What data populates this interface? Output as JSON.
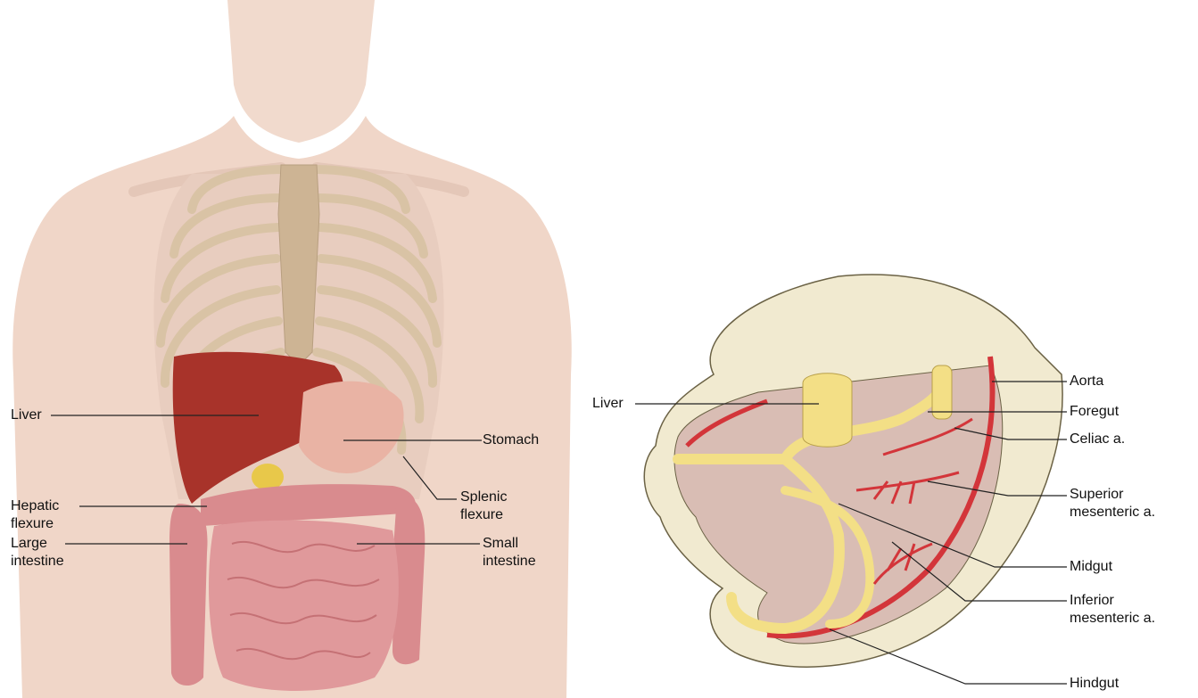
{
  "left_panel": {
    "labels": {
      "liver": "Liver",
      "stomach": "Stomach",
      "hepatic_flexure": "Hepatic\nflexure",
      "splenic_flexure": "Splenic\nflexure",
      "large_intestine": "Large\nintestine",
      "small_intestine": "Small\nintestine"
    }
  },
  "right_panel": {
    "labels": {
      "liver": "Liver",
      "aorta": "Aorta",
      "foregut": "Foregut",
      "celiac": "Celiac a.",
      "superior_mesenteric": "Superior\nmesenteric a.",
      "midgut": "Midgut",
      "inferior_mesenteric": "Inferior\nmesenteric a.",
      "hindgut": "Hindgut"
    }
  },
  "colors": {
    "skin": "#f0d6c8",
    "bone": "#d9c3a5",
    "liver": "#a8332a",
    "stomach": "#e9b3a4",
    "intestine": "#d98b8e",
    "embryo_body": "#f1ead0",
    "gut": "#f3df86",
    "artery": "#d3353a",
    "cavity": "#d9bdb4"
  }
}
